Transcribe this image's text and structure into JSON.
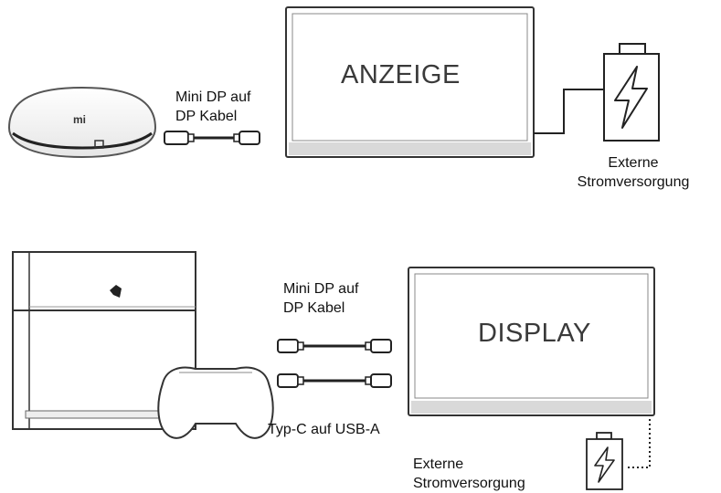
{
  "top": {
    "display_text": "ANZEIGE",
    "cable_label_line1": "Mini DP auf",
    "cable_label_line2": "DP Kabel",
    "power_label_line1": "Externe",
    "power_label_line2": "Stromversorgung",
    "device_logo": "mi"
  },
  "bottom": {
    "display_text": "DISPLAY",
    "cable_label_line1": "Mini DP auf",
    "cable_label_line2": "DP Kabel",
    "usb_label": "Typ-C auf USB-A",
    "power_label_line1": "Externe",
    "power_label_line2": "Stromversorgung"
  }
}
